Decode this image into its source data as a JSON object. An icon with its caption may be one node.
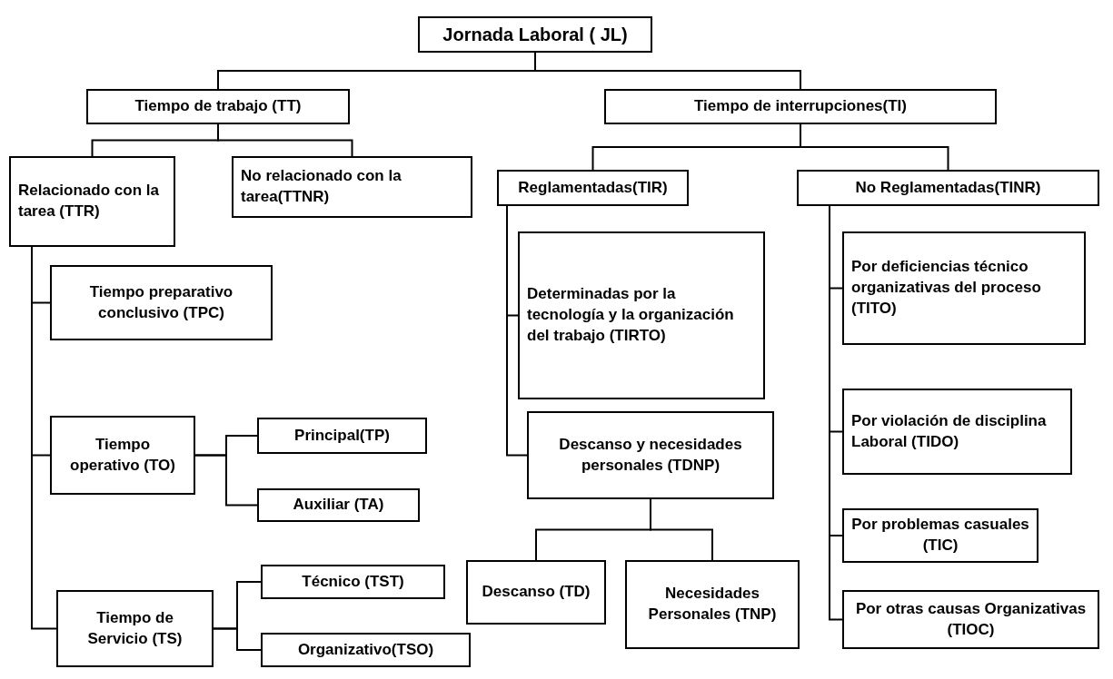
{
  "diagram": {
    "nodes": [
      {
        "text": [
          "Jornada Laboral ( JL)"
        ]
      },
      {
        "text": [
          "Tiempo de trabajo (TT)"
        ]
      },
      {
        "text": [
          "Tiempo de interrupciones(TI)"
        ]
      },
      {
        "text": [
          "Relacionado con la tarea (TTR)"
        ]
      },
      {
        "text": [
          "No relacionado con la tarea(TTNR)"
        ]
      },
      {
        "text": [
          "Tiempo preparativo conclusivo (TPC)"
        ]
      },
      {
        "text": [
          "Tiempo operativo (TO)"
        ]
      },
      {
        "text": [
          "Principal(TP)"
        ]
      },
      {
        "text": [
          "Auxiliar (TA)"
        ]
      },
      {
        "text": [
          "Tiempo de Servicio (TS)"
        ]
      },
      {
        "text": [
          "Técnico (TST)"
        ]
      },
      {
        "text": [
          "Organizativo(TSO)"
        ]
      },
      {
        "text": [
          "Reglamentadas(TIR)"
        ]
      },
      {
        "text": [
          "No Reglamentadas(TINR)"
        ]
      },
      {
        "text": [
          "Determinadas por la tecnología y la organización del trabajo (TIRTO)"
        ]
      },
      {
        "text": [
          "Descanso y necesidades personales (TDNP)"
        ]
      },
      {
        "text": [
          "Descanso (TD)"
        ]
      },
      {
        "text": [
          "Necesidades Personales (TNP)"
        ]
      },
      {
        "text": [
          "Por deficiencias técnico organizativas del proceso (TITO)"
        ]
      },
      {
        "text": [
          "Por violación de disciplina Laboral (TIDO)"
        ]
      },
      {
        "text": [
          "Por problemas casuales (TIC)"
        ]
      },
      {
        "text": [
          "Por otras causas Organizativas (TIOC)"
        ]
      }
    ],
    "edges": [
      {
        "from": 0,
        "to": 1,
        "arrow": "none"
      },
      {
        "from": 0,
        "to": 2,
        "arrow": "none"
      },
      {
        "from": 1,
        "to": 3,
        "arrow": "none"
      },
      {
        "from": 1,
        "to": 4,
        "arrow": "none"
      },
      {
        "from": 3,
        "to": 5,
        "arrow": "none"
      },
      {
        "from": 3,
        "to": 6,
        "arrow": "none"
      },
      {
        "from": 3,
        "to": 9,
        "arrow": "none"
      },
      {
        "from": 6,
        "to": 7,
        "arrow": "none"
      },
      {
        "from": 6,
        "to": 8,
        "arrow": "none"
      },
      {
        "from": 9,
        "to": 10,
        "arrow": "none"
      },
      {
        "from": 9,
        "to": 11,
        "arrow": "none"
      },
      {
        "from": 2,
        "to": 12,
        "arrow": "none"
      },
      {
        "from": 2,
        "to": 13,
        "arrow": "none"
      },
      {
        "from": 12,
        "to": 14,
        "arrow": "none"
      },
      {
        "from": 12,
        "to": 15,
        "arrow": "none"
      },
      {
        "from": 15,
        "to": 16,
        "arrow": "none"
      },
      {
        "from": 15,
        "to": 17,
        "arrow": "none"
      },
      {
        "from": 13,
        "to": 18,
        "arrow": "none"
      },
      {
        "from": 13,
        "to": 19,
        "arrow": "none"
      },
      {
        "from": 13,
        "to": 20,
        "arrow": "none"
      },
      {
        "from": 13,
        "to": 21,
        "arrow": "none"
      }
    ]
  }
}
